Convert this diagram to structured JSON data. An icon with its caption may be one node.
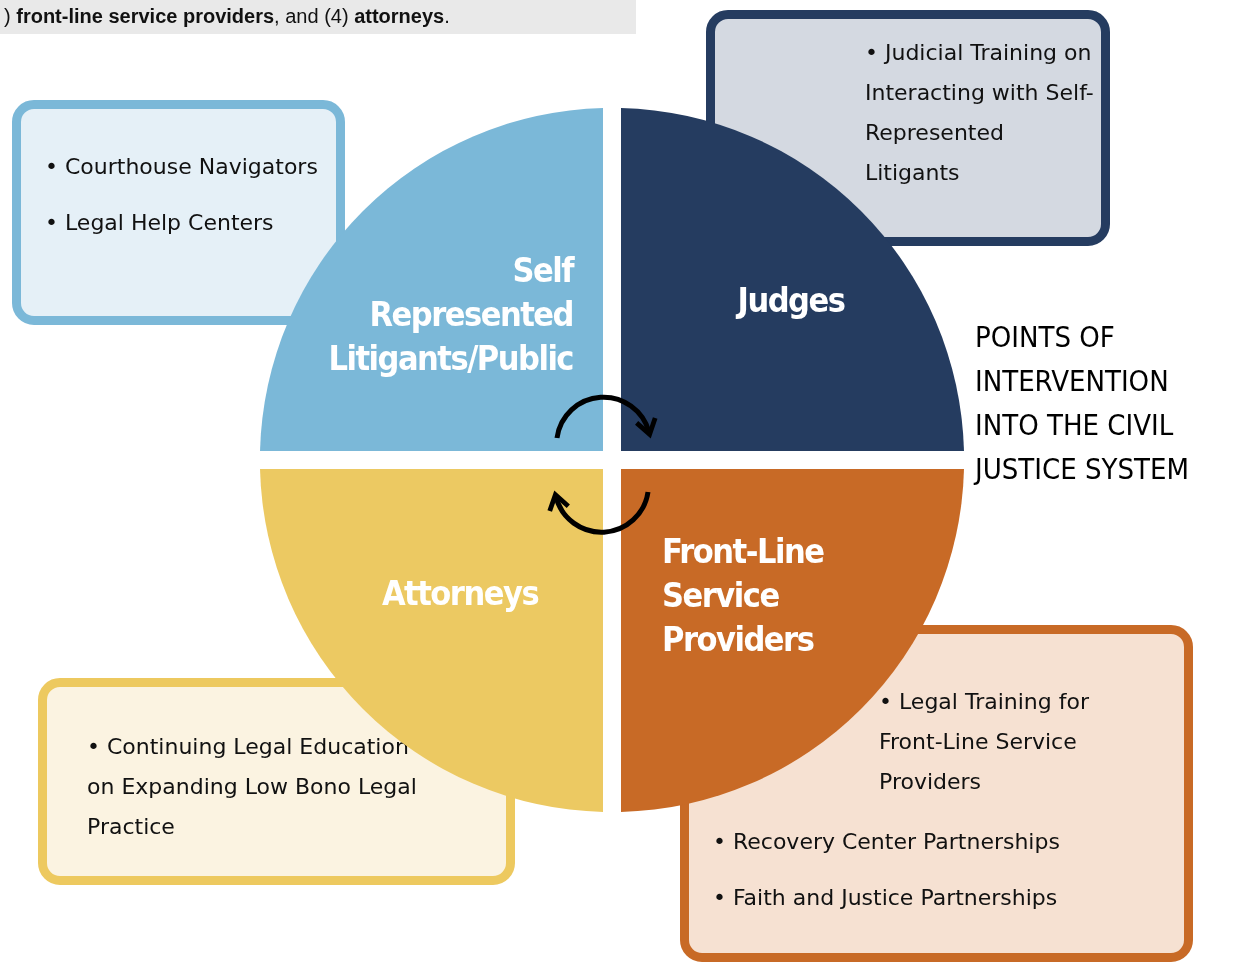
{
  "diagram": {
    "nodes": [
      {
        "text": [
          "Self Represented Litigants/Public"
        ]
      },
      {
        "text": [
          "Judges"
        ]
      },
      {
        "text": [
          "Front-Line Service Providers"
        ]
      },
      {
        "text": [
          "Attorneys"
        ]
      },
      {
        "text": [
          "• Courthouse Navigators",
          "• Legal Help Centers"
        ]
      },
      {
        "text": [
          "• Judicial Training on Interacting with Self-Represented Litigants"
        ]
      },
      {
        "text": [
          "• Legal Training for Front-Line Service Providers",
          "• Recovery Center Partnerships",
          "• Faith and Justice Partnerships"
        ]
      },
      {
        "text": [
          "• Continuing Legal Education on Expanding Low Bono Legal Practice"
        ]
      }
    ],
    "edges": [
      {
        "from": 0,
        "to": 1,
        "arrow": "to"
      },
      {
        "from": 2,
        "to": 3,
        "arrow": "to"
      }
    ],
    "labels": [
      ") **front-line service providers**, and (4) **attorneys**.",
      "POINTS OF INTERVENTION INTO THE CIVIL JUSTICE SYSTEM"
    ]
  }
}
